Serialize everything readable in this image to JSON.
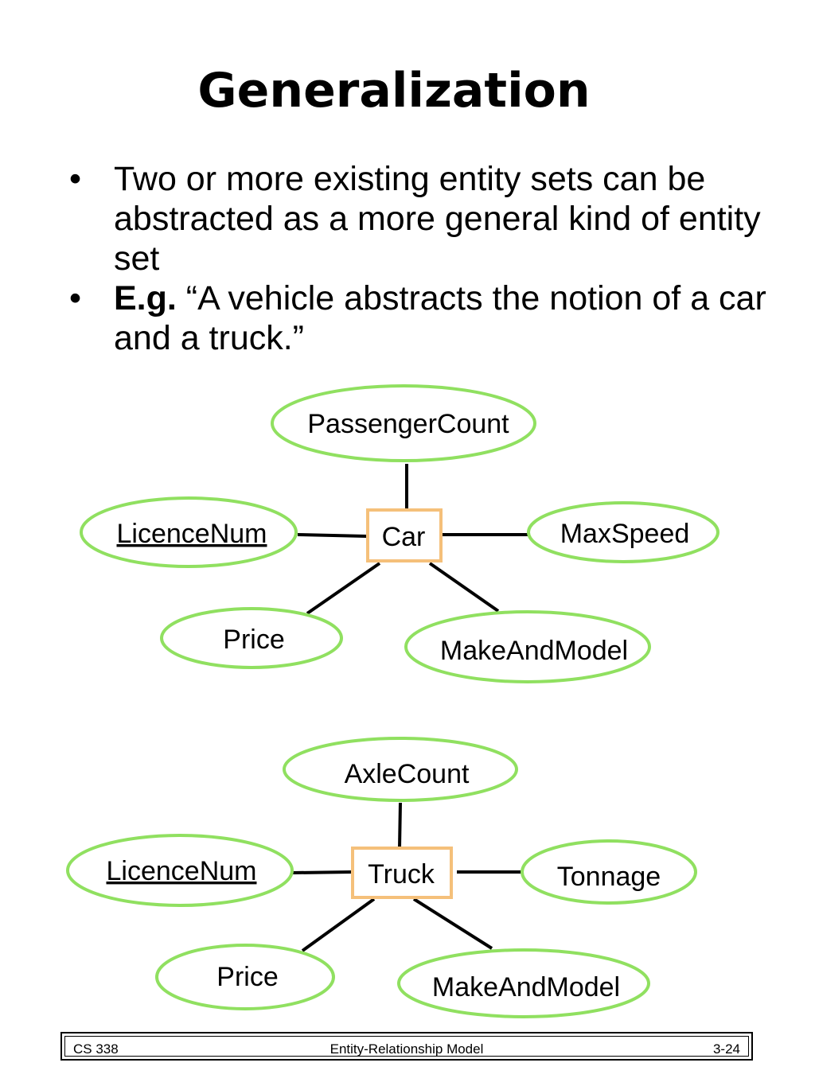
{
  "slide": {
    "title": "Generalization",
    "bullets": [
      {
        "marker": "•",
        "bold": "",
        "text": "Two or more existing entity sets can be abstracted as a more general kind of entity set"
      },
      {
        "marker": "•",
        "bold": "E.g.",
        "text": " “A vehicle abstracts the notion of a car and a truck.”"
      }
    ]
  },
  "diagrams": {
    "car": {
      "entity": "Car",
      "attributes": {
        "top": "PassengerCount",
        "left": "LicenceNum",
        "right": "MaxSpeed",
        "bottom_left": "Price",
        "bottom_right": "MakeAndModel"
      },
      "key_attribute": "LicenceNum"
    },
    "truck": {
      "entity": "Truck",
      "attributes": {
        "top": "AxleCount",
        "left": "LicenceNum",
        "right": "Tonnage",
        "bottom_left": "Price",
        "bottom_right": "MakeAndModel"
      },
      "key_attribute": "LicenceNum"
    }
  },
  "colors": {
    "attribute_outline": "#90e060",
    "entity_outline": "#f5c07a",
    "line": "#000000"
  },
  "footer": {
    "left": "CS 338",
    "center": "Entity-Relationship Model",
    "right": "3-24"
  }
}
